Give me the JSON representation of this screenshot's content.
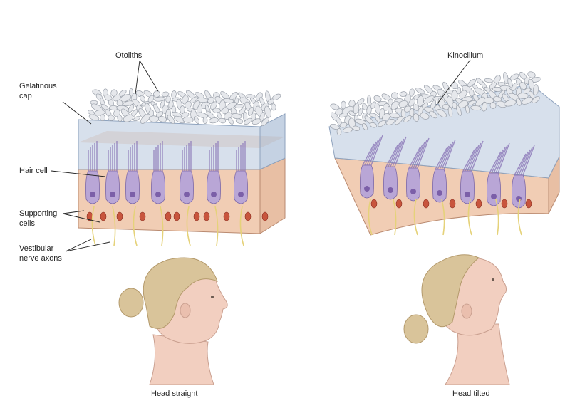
{
  "labels": {
    "otoliths": "Otoliths",
    "gelatinous_cap_1": "Gelatinous",
    "gelatinous_cap_2": "cap",
    "hair_cell": "Hair cell",
    "supporting_cells_1": "Supporting",
    "supporting_cells_2": "cells",
    "vestibular_1": "Vestibular",
    "vestibular_2": "nerve axons",
    "kinocilium": "Kinocilium"
  },
  "captions": {
    "straight": "Head straight",
    "tilted": "Head tilted"
  },
  "colors": {
    "otolith": "#e6e8ec",
    "gel": "#c9d6e6",
    "tissue": "#f1cdb4",
    "hair_cell": "#b9a6d6",
    "nucleus": "#7b5fa8",
    "supporting_nucleus": "#c8553d",
    "skin": "#f2cfc0",
    "hair": "#d9c49a"
  }
}
